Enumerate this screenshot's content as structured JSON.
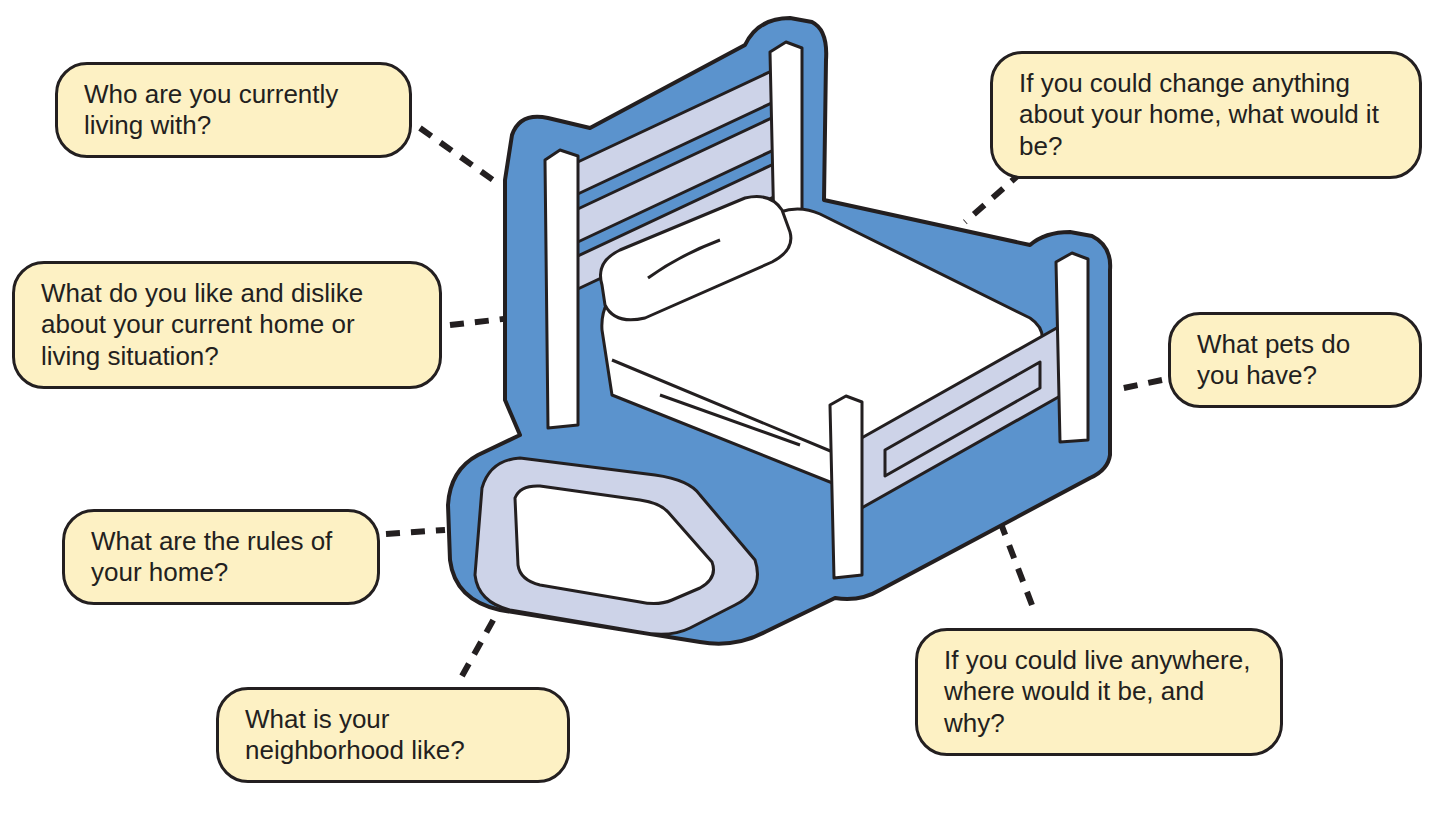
{
  "diagram": {
    "nodes": [
      {
        "text": [
          "Who are you currently living with?"
        ]
      },
      {
        "text": [
          "If you could change anything about your home, what would it be?"
        ]
      },
      {
        "text": [
          "What do you like and dislike about your current home or living situation?"
        ]
      },
      {
        "text": [
          "What pets do you have?"
        ]
      },
      {
        "text": [
          "What are the rules of your home?"
        ]
      },
      {
        "text": [
          "If you could live anywhere, where would it be, and why?"
        ]
      },
      {
        "text": [
          "What is your neighborhood like?"
        ]
      }
    ]
  }
}
